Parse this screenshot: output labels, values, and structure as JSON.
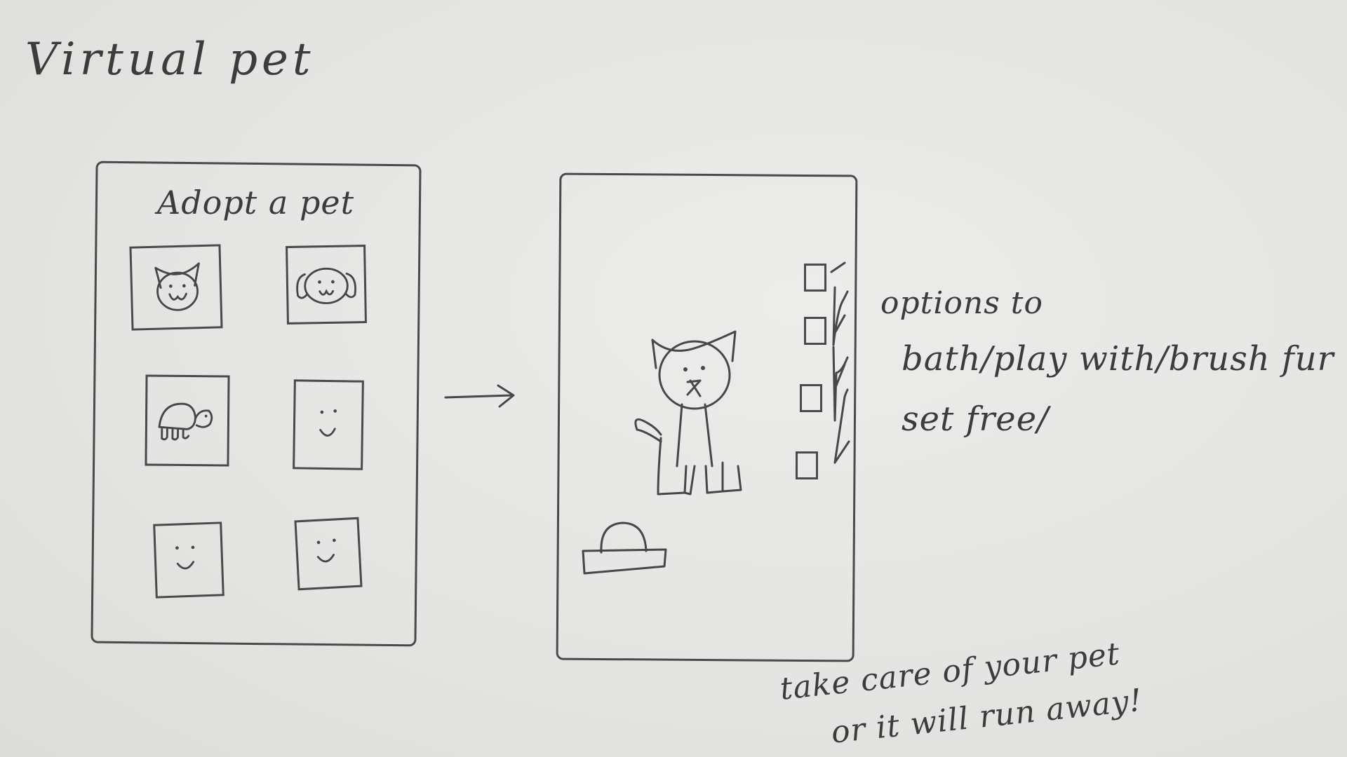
{
  "title": "Virtual pet",
  "adopt_screen": {
    "heading": "Adopt a pet",
    "tiles": [
      {
        "icon": "cat-face-icon"
      },
      {
        "icon": "dog-face-icon"
      },
      {
        "icon": "turtle-icon"
      },
      {
        "icon": "smiley-face-icon"
      },
      {
        "icon": "smiley-face-icon"
      },
      {
        "icon": "smiley-face-icon"
      }
    ]
  },
  "flow_arrow": {
    "icon": "right-arrow-icon"
  },
  "pet_screen": {
    "pet": {
      "icon": "cat-icon"
    },
    "food_bowl": {
      "icon": "food-bowl-icon"
    },
    "option_count": 4
  },
  "annotations": {
    "options_line1": "options to",
    "options_line2": "bath/play with/brush fur",
    "options_line3": "set free/",
    "footer_line1": "take care of your pet",
    "footer_line2": "or it will run away!"
  }
}
